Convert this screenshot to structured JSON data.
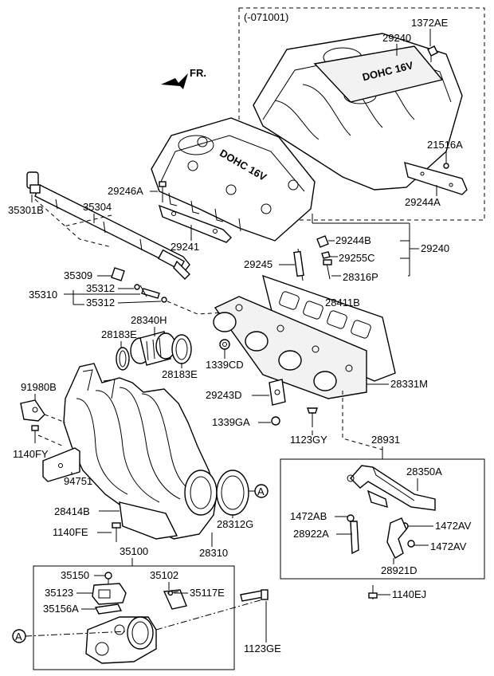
{
  "header": {
    "variant_code": "(-071001)",
    "direction_label": "FR."
  },
  "callouts": {
    "ref_a_top": "A",
    "ref_a_bottom": "A"
  },
  "parts": {
    "p1372AE": "1372AE",
    "p29240_top": "29240",
    "p21516A": "21516A",
    "p29244A": "29244A",
    "p35301B": "35301B",
    "p35304": "35304",
    "p29246A": "29246A",
    "p29241": "29241",
    "p29244B": "29244B",
    "p29240_mid": "29240",
    "p29255C": "29255C",
    "p29245": "29245",
    "p28316P": "28316P",
    "p35309": "35309",
    "p35312_a": "35312",
    "p35310": "35310",
    "p35312_b": "35312",
    "p28411B": "28411B",
    "p28340H": "28340H",
    "p28183E_a": "28183E",
    "p28183E_b": "28183E",
    "p1339CD": "1339CD",
    "p91980B": "91980B",
    "p29243D": "29243D",
    "p28331M": "28331M",
    "p1339GA": "1339GA",
    "p1123GY": "1123GY",
    "p1140FY": "1140FY",
    "p28931": "28931",
    "p28350A": "28350A",
    "p94751": "94751",
    "p28414B": "28414B",
    "p1472AB": "1472AB",
    "p1472AV_a": "1472AV",
    "p28922A": "28922A",
    "p1472AV_b": "1472AV",
    "p28312G": "28312G",
    "p1140FE": "1140FE",
    "p28921D": "28921D",
    "p28310": "28310",
    "p35100": "35100",
    "p35150": "35150",
    "p35102": "35102",
    "p35123": "35123",
    "p35117E": "35117E",
    "p35156A": "35156A",
    "p1140EJ": "1140EJ",
    "p1123GE": "1123GE"
  },
  "cover_text": {
    "engine_cover_a": "DOHC 16V",
    "engine_cover_b": "DOHC 16V"
  }
}
